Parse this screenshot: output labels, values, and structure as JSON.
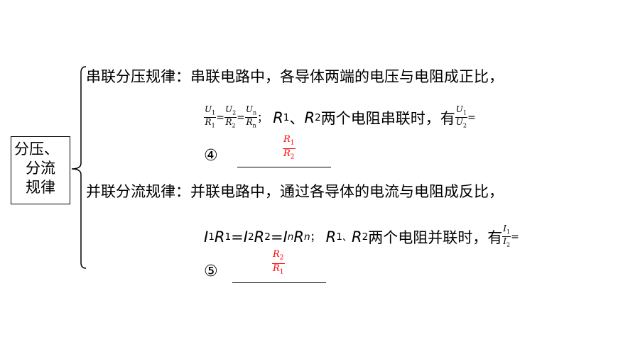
{
  "topic_box": {
    "line1": "分压、",
    "line2": "分流",
    "line3": "规律"
  },
  "series": {
    "heading": "串联分压规律：",
    "statement": "串联电路中，各导体两端的电压与电阻成正比，",
    "formula": {
      "f1_num": "U",
      "f1_num_sub": "1",
      "f1_den": "R",
      "f1_den_sub": "1",
      "f2_num": "U",
      "f2_num_sub": "2",
      "f2_den": "R",
      "f2_den_sub": "2",
      "f3_num": "U",
      "f3_num_sub": "n",
      "f3_den": "R",
      "f3_den_sub": "n",
      "eq": "=",
      "semicolon": "；"
    },
    "condition_r1": "R",
    "condition_r1_sub": "1",
    "condition_sep": "、",
    "condition_r2": "R",
    "condition_r2_sub": "2",
    "condition_text": "两个电阻串联时，有",
    "ratio_num": "U",
    "ratio_num_sub": "1",
    "ratio_den": "U",
    "ratio_den_sub": "2",
    "ratio_eq": "=",
    "blank_marker": "④",
    "answer": {
      "num": "R",
      "num_sub": "1",
      "den": "R",
      "den_sub": "2"
    }
  },
  "parallel": {
    "heading": "并联分流规律：",
    "statement": "并联电路中，通过各导体的电流与电阻成反比，",
    "formula_text": {
      "i1": "I",
      "i1s": "1",
      "r1": "R",
      "r1s": "1",
      "i2": "I",
      "i2s": "2",
      "r2": "R",
      "r2s": "2",
      "in": "I",
      "ins": "n",
      "rn": "R",
      "rns": "n",
      "eq": "=",
      "semicolon": "；"
    },
    "condition_r1": "R",
    "condition_r1_sub": "1",
    "condition_sep": "、",
    "condition_r2": "R",
    "condition_r2_sub": "2",
    "condition_text": "两个电阻并联时，有",
    "ratio_num": "I",
    "ratio_num_sub": "1",
    "ratio_den": "I",
    "ratio_den_sub": "2",
    "ratio_eq": "=",
    "blank_marker": "⑤",
    "answer": {
      "num": "R",
      "num_sub": "2",
      "den": "R",
      "den_sub": "1"
    }
  },
  "colors": {
    "answer": "#ff0000",
    "text": "#000000"
  }
}
